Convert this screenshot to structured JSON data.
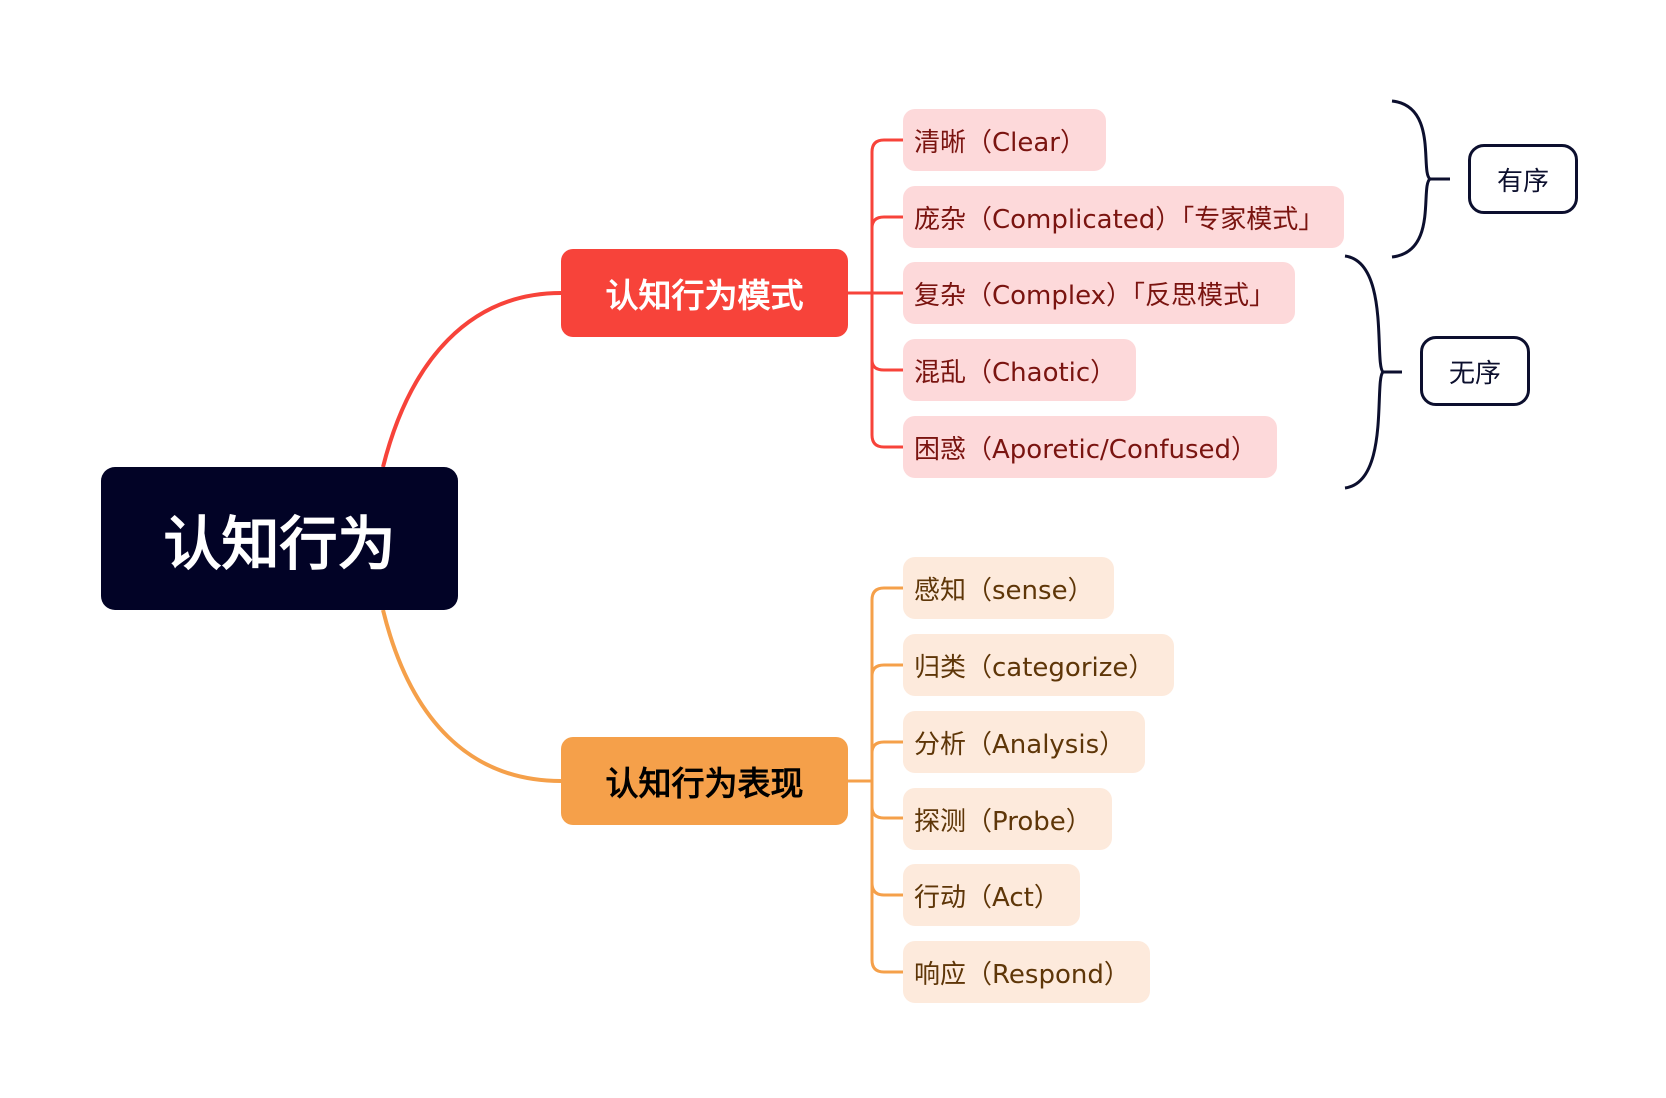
{
  "root": {
    "label": "认知行为"
  },
  "branches": {
    "modes": {
      "label": "认知行为模式",
      "color": "#f7433a",
      "items": [
        "清晰（Clear）",
        "庞杂（Complicated）「专家模式」",
        "复杂（Complex）「反思模式」",
        "混乱（Chaotic）",
        "困惑（Aporetic/Confused）"
      ]
    },
    "behaviors": {
      "label": "认知行为表现",
      "color": "#f5a04a",
      "items": [
        "感知（sense）",
        "归类（categorize）",
        "分析（Analysis）",
        "探测（Probe）",
        "行动（Act）",
        "响应（Respond）"
      ]
    }
  },
  "groups": {
    "ordered": {
      "label": "有序"
    },
    "unordered": {
      "label": "无序"
    }
  }
}
